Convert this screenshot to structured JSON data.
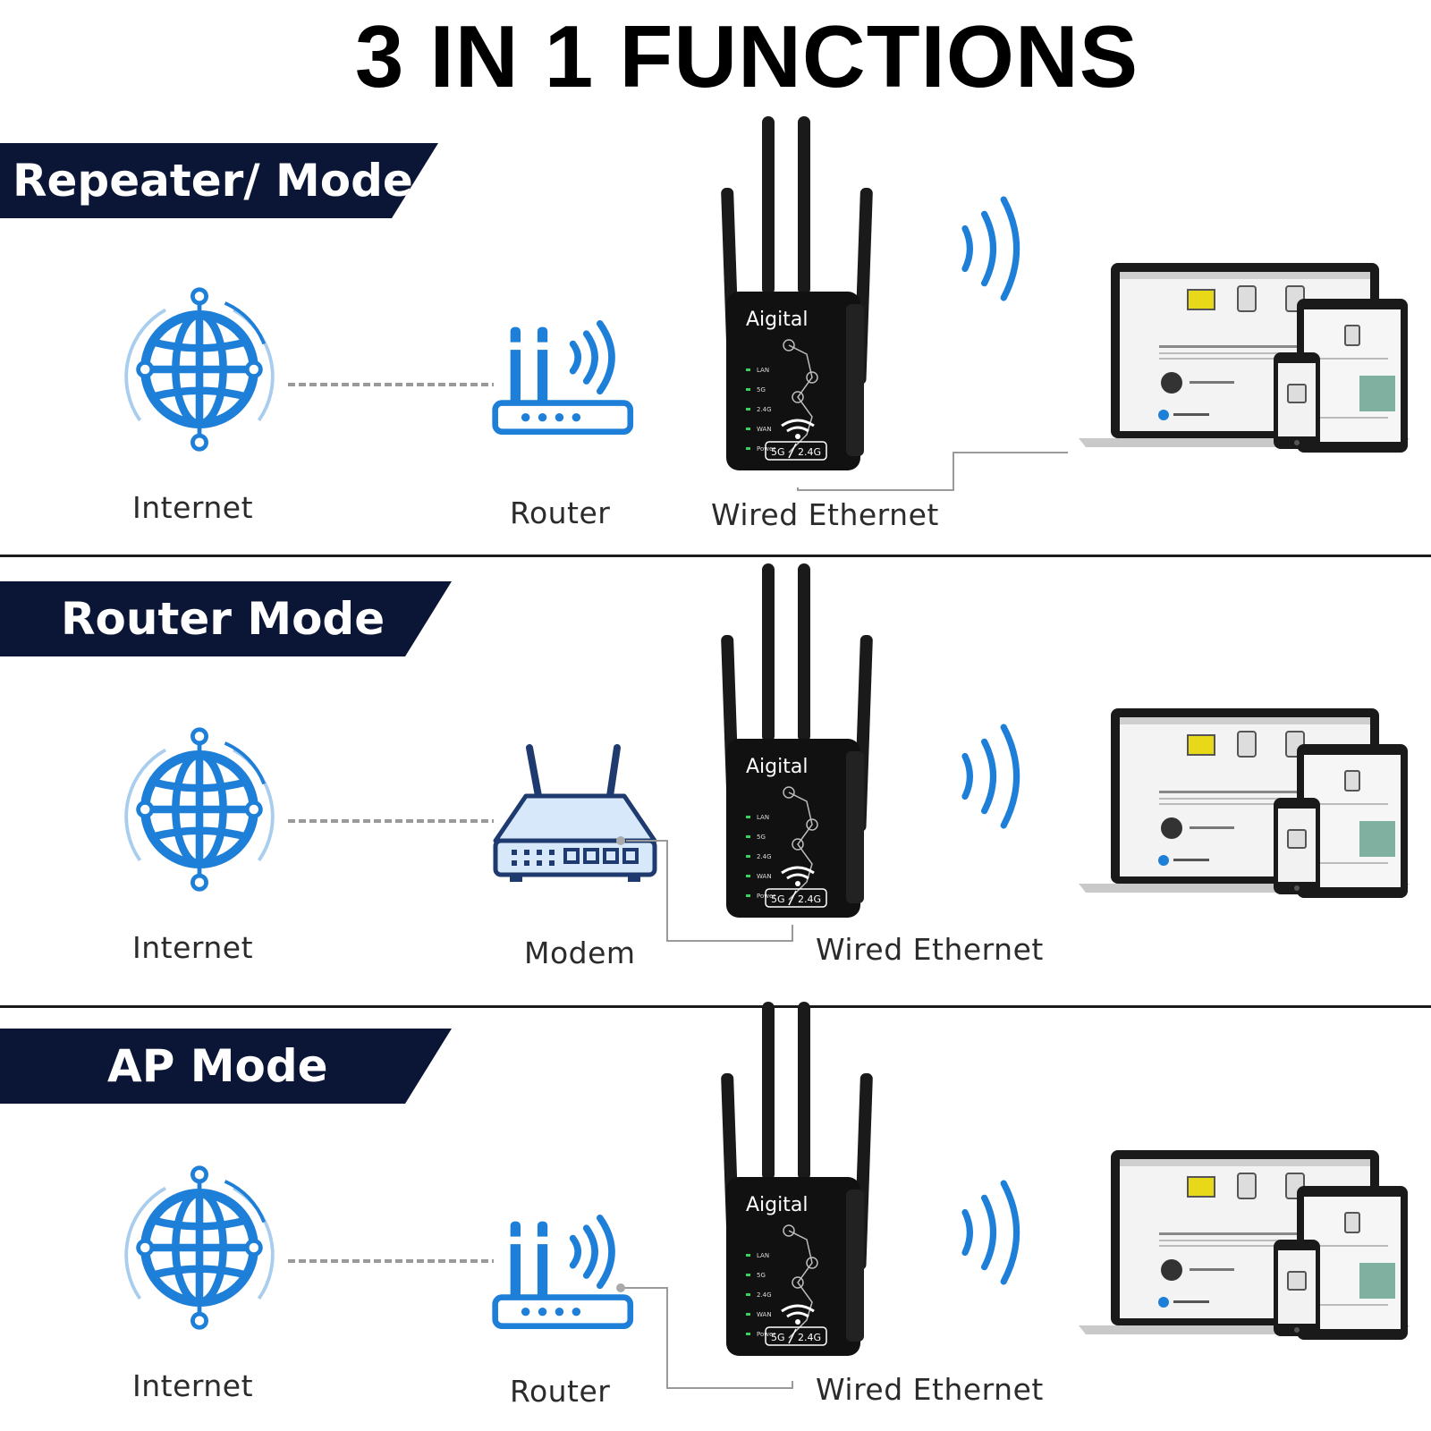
{
  "title": "3 IN 1 FUNCTIONS",
  "colors": {
    "banner_bg": "#0b1535",
    "icon_blue": "#1e7fd8",
    "device_black": "#111111"
  },
  "device": {
    "brand": "Aigital",
    "leds": [
      "LAN",
      "5G",
      "2.4G",
      "WAN",
      "Power"
    ],
    "band_5g": "5G",
    "band_24g": "2.4G"
  },
  "sections": [
    {
      "mode_title": "Repeater/ Mode",
      "internet_label": "Internet",
      "source_label": "Router",
      "source_icon": "router-icon",
      "ethernet_label": "Wired Ethernet"
    },
    {
      "mode_title": "Router Mode",
      "internet_label": "Internet",
      "source_label": "Modem",
      "source_icon": "modem-icon",
      "ethernet_label": "Wired Ethernet"
    },
    {
      "mode_title": "AP Mode",
      "internet_label": "Internet",
      "source_label": "Router",
      "source_icon": "router-icon",
      "ethernet_label": "Wired Ethernet"
    }
  ]
}
